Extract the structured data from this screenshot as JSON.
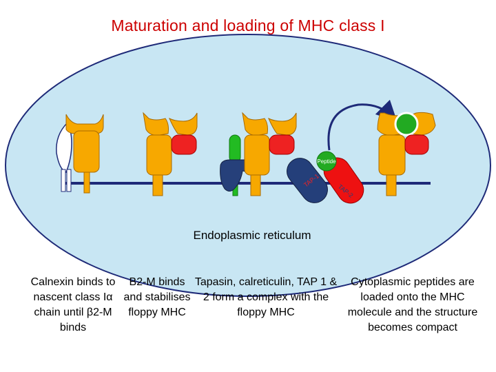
{
  "title": "Maturation and loading of MHC class I",
  "er_label": "Endoplasmic reticulum",
  "peptide_label": "Peptide",
  "tap1_label": "TAP-1",
  "tap2_label": "TAP-2",
  "captions": {
    "calnexin": "Calnexin binds to nascent class Iα chain until β2-M binds",
    "b2m": "B2-M binds and stabilises floppy MHC",
    "tapasin": "Tapasin, calreticulin, TAP 1 & 2 form a complex with the floppy MHC",
    "peptides": "Cytoplasmic peptides are loaded onto the MHC molecule and the structure becomes compact"
  },
  "colors": {
    "title": "#cc0000",
    "er_fill": "#c8e6f3",
    "er_stroke": "#1e2a78",
    "membrane": "#1e2a78",
    "mhc": "#f7a800",
    "b2m": "#ee2222",
    "calnexin": "#ffffff",
    "calreticulin": "#22bb22",
    "tapasin": "#26407a",
    "tap1": "#243f7a",
    "tap2": "#ee1111",
    "peptide": "#22aa22"
  }
}
